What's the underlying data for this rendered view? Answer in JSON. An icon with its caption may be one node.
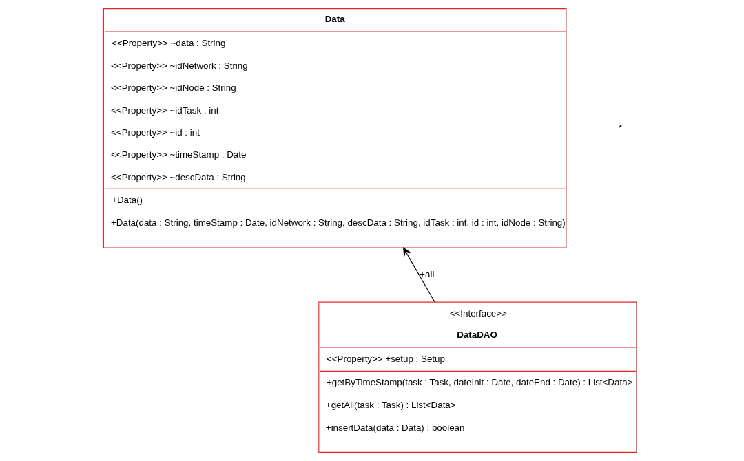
{
  "diagram": {
    "nodes": [
      {
        "text": [
          "Data",
          "<<Property>> ~data : String",
          "<<Property>> ~idNetwork : String",
          "<<Property>> ~idNode : String",
          "<<Property>> ~idTask : int",
          "<<Property>> ~id : int",
          "<<Property>> ~timeStamp : Date",
          "<<Property>> ~descData : String",
          "+Data()",
          "+Data(data : String, timeStamp : Date, idNetwork : String, descData : String, idTask : int, id : int, idNode : String)"
        ]
      },
      {
        "text": [
          "<<Interface>>",
          "DataDAO",
          "<<Property>> +setup : Setup",
          "+getByTimeStamp(task : Task, dateInit : Date, dateEnd : Date) : List<Data>",
          "+getAll(task : Task) : List<Data>",
          "+insertData(data : Data) : boolean"
        ]
      }
    ],
    "edges": [
      {
        "from": 1,
        "to": 0,
        "arrow": "to",
        "label": "+all"
      }
    ],
    "labels": [
      "*"
    ]
  }
}
